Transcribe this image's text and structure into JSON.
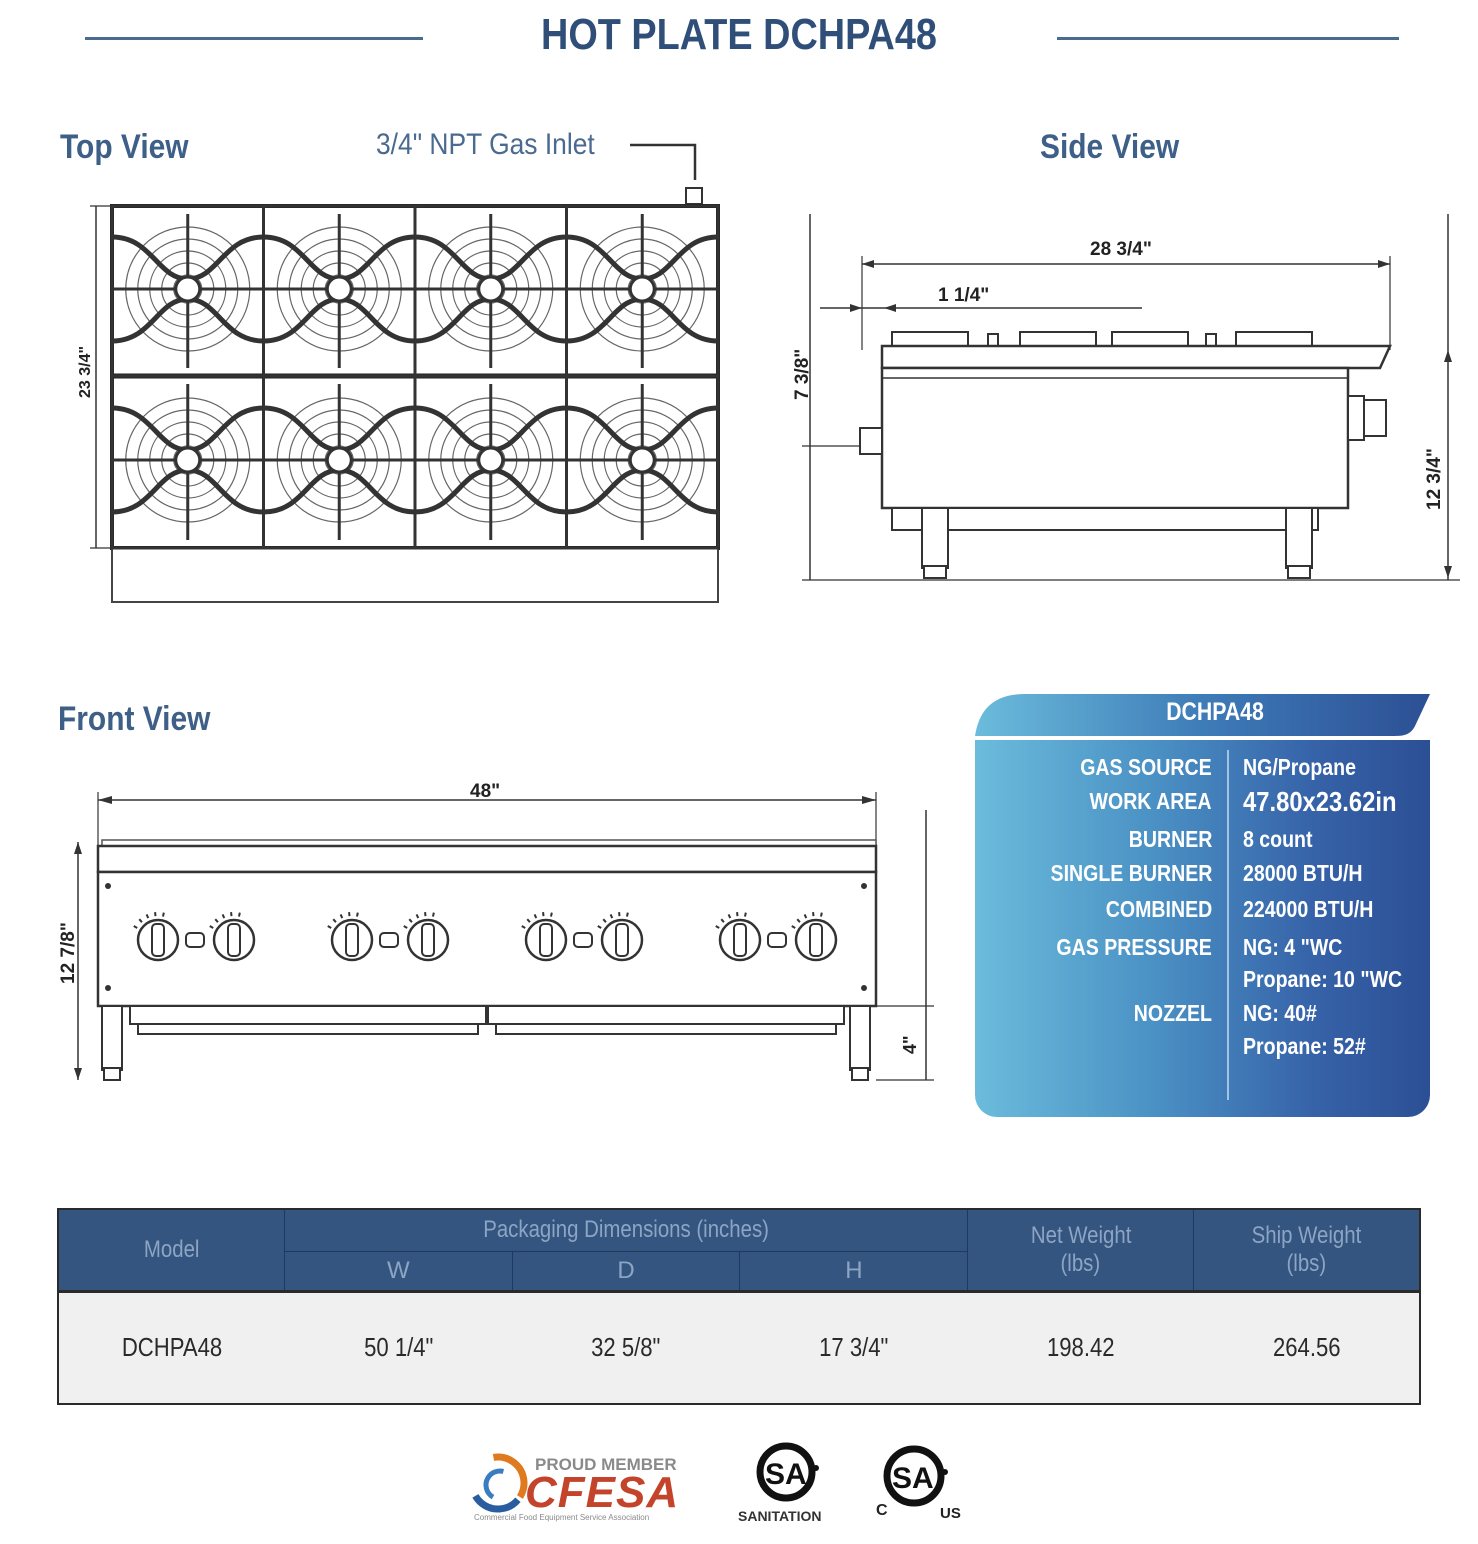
{
  "title": "HOT PLATE DCHPA48",
  "views": {
    "top": "Top View",
    "side": "Side View",
    "front": "Front View"
  },
  "gas_inlet_label": "3/4\" NPT Gas Inlet",
  "dimensions": {
    "top_depth": "23 3/4\"",
    "side_depth": "28 3/4\"",
    "side_offset": "1 1/4\"",
    "side_inlet_height": "7 3/8\"",
    "side_height": "12 3/4\"",
    "front_width": "48\"",
    "front_height": "12 7/8\"",
    "front_leg": "4\""
  },
  "spec": {
    "model": "DCHPA48",
    "rows": [
      {
        "label": "GAS SOURCE",
        "value": "NG/Propane"
      },
      {
        "label": "WORK AREA",
        "value": "47.80x23.62in"
      },
      {
        "label": "BURNER",
        "value": "8 count"
      },
      {
        "label": "SINGLE BURNER",
        "value": "28000 BTU/H"
      },
      {
        "label": "COMBINED",
        "value": "224000 BTU/H"
      },
      {
        "label": "GAS PRESSURE",
        "value": "NG: 4 \"WC"
      },
      {
        "label": "",
        "value": "Propane: 10 \"WC"
      },
      {
        "label": "NOZZEL",
        "value": "NG: 40#"
      },
      {
        "label": "",
        "value": "Propane: 52#"
      }
    ]
  },
  "table": {
    "headers": {
      "model": "Model",
      "packaging": "Packaging Dimensions (inches)",
      "w": "W",
      "d": "D",
      "h": "H",
      "net": "Net Weight",
      "net_unit": "(lbs)",
      "ship": "Ship Weight",
      "ship_unit": "(lbs)"
    },
    "row": {
      "model": "DCHPA48",
      "w": "50 1/4\"",
      "d": "32 5/8\"",
      "h": "17 3/4\"",
      "net": "198.42",
      "ship": "264.56"
    }
  },
  "logos": {
    "cfesa_proud": "PROUD MEMBER",
    "cfesa_name": "CFESA",
    "cfesa_sub": "Commercial Food Equipment Service Association",
    "csa_sanitation": "SANITATION",
    "csa_c": "C",
    "csa_us": "US"
  }
}
